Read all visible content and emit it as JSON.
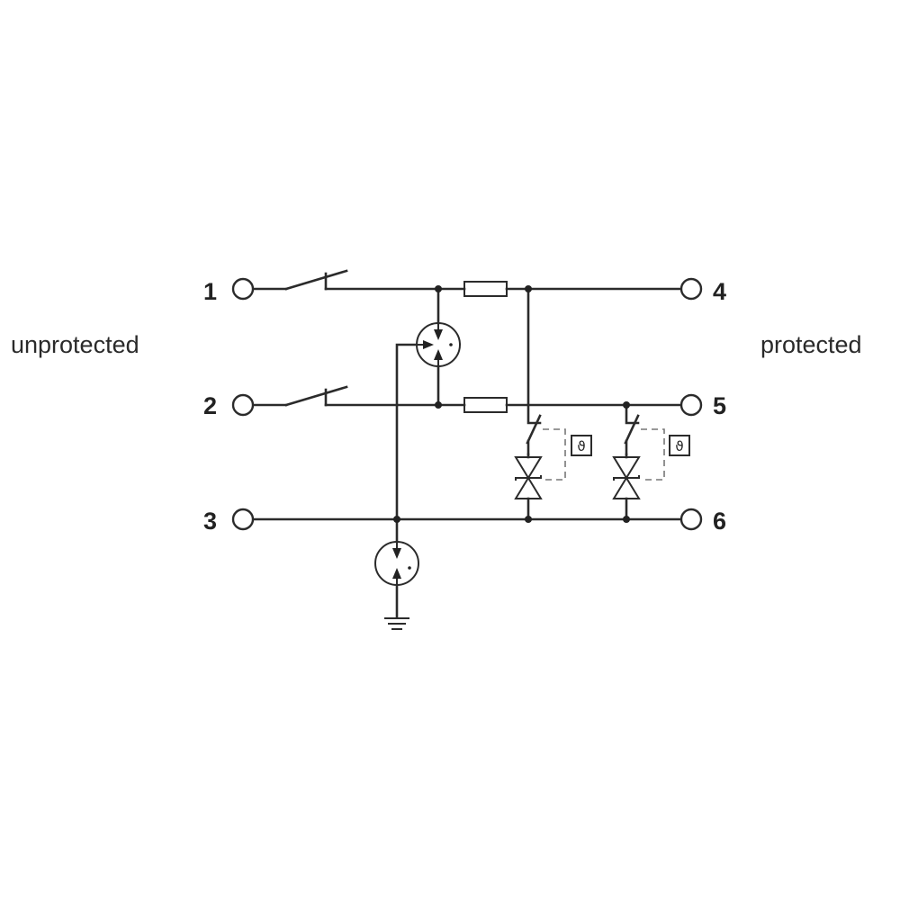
{
  "diagram": {
    "left_label": "unprotected",
    "right_label": "protected",
    "terminals": [
      {
        "id": "1",
        "label": "1"
      },
      {
        "id": "2",
        "label": "2"
      },
      {
        "id": "3",
        "label": "3"
      },
      {
        "id": "4",
        "label": "4"
      },
      {
        "id": "5",
        "label": "5"
      },
      {
        "id": "6",
        "label": "6"
      }
    ],
    "components": [
      {
        "type": "switch",
        "name": "disconnect-switch-line-1"
      },
      {
        "type": "switch",
        "name": "disconnect-switch-line-2"
      },
      {
        "type": "gas-discharge-tube-3-electrode",
        "name": "gdt-3pole"
      },
      {
        "type": "gas-discharge-tube-2-electrode",
        "name": "gdt-ground"
      },
      {
        "type": "resistor",
        "name": "decoupling-resistor-line-1"
      },
      {
        "type": "resistor",
        "name": "decoupling-resistor-line-2"
      },
      {
        "type": "tvs-diode-bidirectional",
        "name": "tvs-diode-1"
      },
      {
        "type": "tvs-diode-bidirectional",
        "name": "tvs-diode-2"
      },
      {
        "type": "thermal-disconnect",
        "name": "thermal-disconnect-1",
        "symbol": "ϑ"
      },
      {
        "type": "thermal-disconnect",
        "name": "thermal-disconnect-2",
        "symbol": "ϑ"
      },
      {
        "type": "ground",
        "name": "earth-ground"
      }
    ],
    "thermal_symbol": "ϑ"
  }
}
